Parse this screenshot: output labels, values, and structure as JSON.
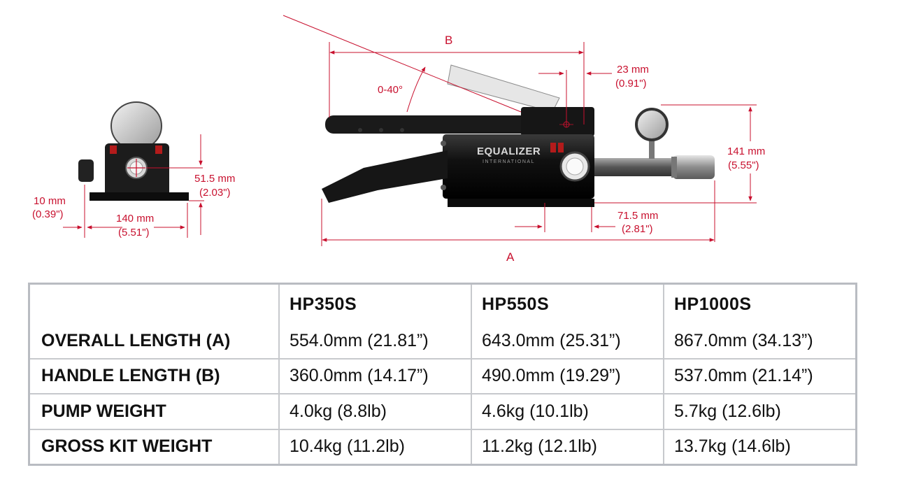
{
  "diagram": {
    "side_view": {
      "height_label_mm": "51.5 mm",
      "height_label_in": "(2.03\")",
      "base_label_mm": "10 mm",
      "base_label_in": "(0.39\")",
      "width_label_mm": "140 mm",
      "width_label_in": "(5.51\")"
    },
    "front_view": {
      "handle_length_letter": "B",
      "angle_label": "0-40°",
      "offset_label_mm": "23 mm",
      "offset_label_in": "(0.91\")",
      "height_label_mm": "141 mm",
      "height_label_in": "(5.55\")",
      "port_label_mm": "71.5 mm",
      "port_label_in": "(2.81\")",
      "overall_length_letter": "A",
      "brand_text": "EQUALIZER",
      "brand_subtext": "INTERNATIONAL"
    }
  },
  "specs_table": {
    "columns": [
      "",
      "HP350S",
      "HP550S",
      "HP1000S"
    ],
    "rows": [
      {
        "label": "OVERALL LENGTH (A)",
        "values": [
          "554.0mm (21.81”)",
          "643.0mm (25.31”)",
          "867.0mm  (34.13”)"
        ]
      },
      {
        "label": "HANDLE LENGTH (B)",
        "values": [
          "360.0mm (14.17”)",
          "490.0mm (19.29”)",
          "537.0mm (21.14”)"
        ]
      },
      {
        "label": "PUMP WEIGHT",
        "values": [
          "4.0kg (8.8lb)",
          "4.6kg (10.1lb)",
          "5.7kg (12.6lb)"
        ]
      },
      {
        "label": "GROSS KIT WEIGHT",
        "values": [
          "10.4kg (11.2lb)",
          "11.2kg (12.1lb)",
          "13.7kg (14.6lb)"
        ]
      }
    ]
  },
  "colors": {
    "dimension_red": "#c8102e",
    "pump_black": "#151515",
    "table_border": "#b9bcc2"
  }
}
